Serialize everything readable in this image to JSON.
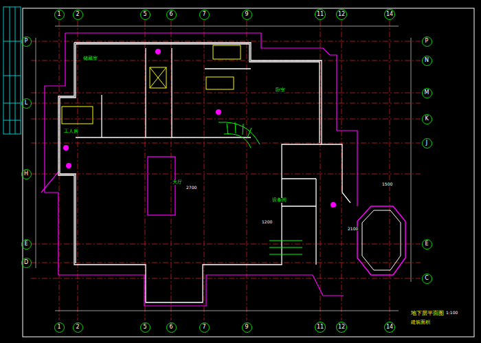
{
  "diagram": {
    "nodes": [
      {
        "text": [
          "1"
        ]
      },
      {
        "text": [
          "2"
        ]
      },
      {
        "text": [
          "5"
        ]
      },
      {
        "text": [
          "6"
        ]
      },
      {
        "text": [
          "7"
        ]
      },
      {
        "text": [
          "9"
        ]
      },
      {
        "text": [
          "11"
        ]
      },
      {
        "text": [
          "12"
        ]
      },
      {
        "text": [
          "14"
        ]
      },
      {
        "text": [
          "P"
        ]
      },
      {
        "text": [
          "L"
        ]
      },
      {
        "text": [
          "H"
        ]
      },
      {
        "text": [
          "E"
        ]
      },
      {
        "text": [
          "D"
        ]
      },
      {
        "text": [
          "P"
        ]
      },
      {
        "text": [
          "N"
        ]
      },
      {
        "text": [
          "M"
        ]
      },
      {
        "text": [
          "K"
        ]
      },
      {
        "text": [
          "J"
        ]
      },
      {
        "text": [
          "E"
        ]
      },
      {
        "text": [
          "C"
        ]
      },
      {
        "text": [
          "1"
        ]
      },
      {
        "text": [
          "2"
        ]
      },
      {
        "text": [
          "5"
        ]
      },
      {
        "text": [
          "6"
        ]
      },
      {
        "text": [
          "7"
        ]
      },
      {
        "text": [
          "9"
        ]
      },
      {
        "text": [
          "11"
        ]
      },
      {
        "text": [
          "12"
        ]
      },
      {
        "text": [
          "14"
        ]
      }
    ],
    "labels": [
      "储藏室",
      "卧室",
      "大厅",
      "工人房",
      "设备间",
      "2700",
      "1200",
      "1500",
      "2100",
      "地下层平面图",
      "1:100",
      "建筑面积"
    ]
  }
}
